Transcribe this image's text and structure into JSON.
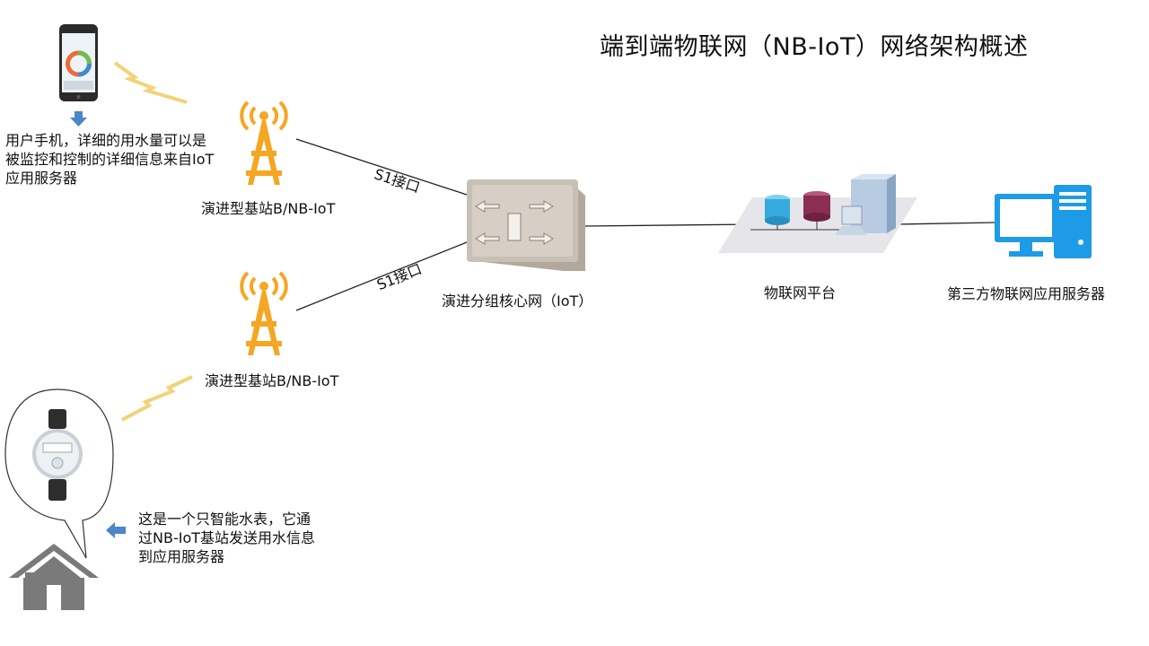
{
  "title": "端到端物联网（NB-IoT）网络架构概述",
  "phone_note": [
    "用户手机，详细的用水量可以是",
    "被监控和控制的详细信息来自IoT",
    "应用服务器"
  ],
  "base_station_top": "演进型基站B/NB-IoT",
  "base_station_bottom": "演进型基站B/NB-IoT",
  "s1_top": "S1接口",
  "s1_bottom": "S1接口",
  "core_network": "演进分组核心网（IoT）",
  "iot_platform": "物联网平台",
  "third_party_server": "第三方物联网应用服务器",
  "meter_note": [
    "这是一个只智能水表，它通",
    "过NB-IoT基站发送用水信息",
    "到应用服务器"
  ],
  "colors": {
    "tower": "#F5A623",
    "lightning": "#F2D27A",
    "arrow": "#4A86C8",
    "computer": "#1E9BE6",
    "core_box": "#C9C0B5",
    "house": "#7A7A7A"
  }
}
